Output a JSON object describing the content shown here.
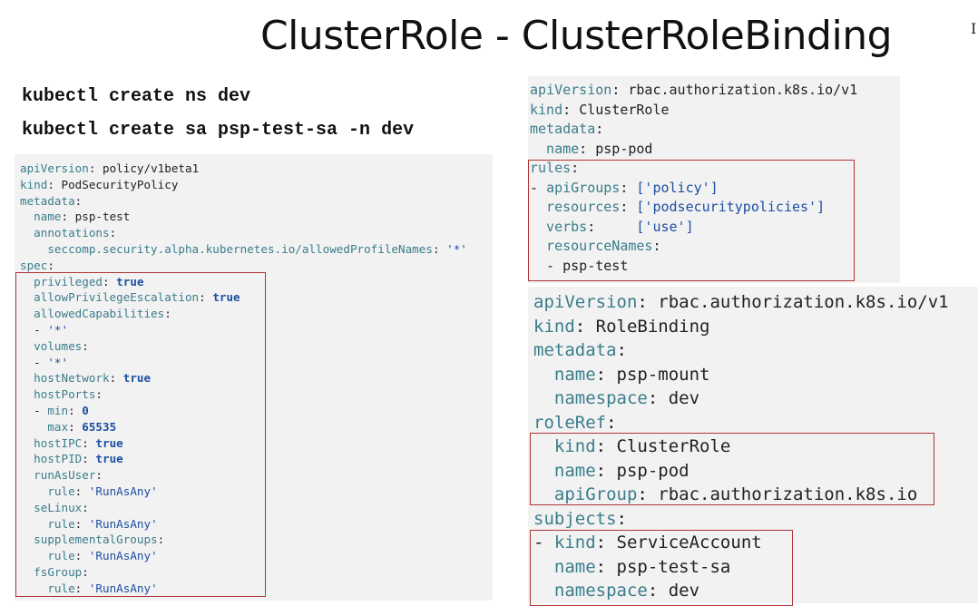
{
  "slide": {
    "title": "ClusterRole - ClusterRoleBinding",
    "edge_mark": "I"
  },
  "commands": [
    "kubectl create ns dev",
    "kubectl create sa psp-test-sa -n dev"
  ],
  "psp_yaml": {
    "lines": [
      {
        "indent": 0,
        "key": "apiVersion",
        "sep": ": ",
        "value": "policy/v1beta1",
        "type": "t"
      },
      {
        "indent": 0,
        "key": "kind",
        "sep": ": ",
        "value": "PodSecurityPolicy",
        "type": "t"
      },
      {
        "indent": 0,
        "key": "metadata",
        "sep": ":",
        "value": "",
        "type": "t"
      },
      {
        "indent": 1,
        "key": "name",
        "sep": ": ",
        "value": "psp-test",
        "type": "t"
      },
      {
        "indent": 1,
        "key": "annotations",
        "sep": ":",
        "value": "",
        "type": "t"
      },
      {
        "indent": 2,
        "key": "seccomp.security.alpha.kubernetes.io/allowedProfileNames",
        "sep": ": ",
        "value": "'*'",
        "type": "s"
      },
      {
        "indent": 0,
        "key": "spec",
        "sep": ":",
        "value": "",
        "type": "t"
      },
      {
        "indent": 1,
        "key": "privileged",
        "sep": ": ",
        "value": "true",
        "type": "b"
      },
      {
        "indent": 1,
        "key": "allowPrivilegeEscalation",
        "sep": ": ",
        "value": "true",
        "type": "b"
      },
      {
        "indent": 1,
        "key": "allowedCapabilities",
        "sep": ":",
        "value": "",
        "type": "t"
      },
      {
        "indent": 1,
        "prefix": "- ",
        "key": "",
        "sep": "",
        "value": "'*'",
        "type": "s"
      },
      {
        "indent": 1,
        "key": "volumes",
        "sep": ":",
        "value": "",
        "type": "t"
      },
      {
        "indent": 1,
        "prefix": "- ",
        "key": "",
        "sep": "",
        "value": "'*'",
        "type": "s"
      },
      {
        "indent": 1,
        "key": "hostNetwork",
        "sep": ": ",
        "value": "true",
        "type": "b"
      },
      {
        "indent": 1,
        "key": "hostPorts",
        "sep": ":",
        "value": "",
        "type": "t"
      },
      {
        "indent": 1,
        "prefix": "- ",
        "key": "min",
        "sep": ": ",
        "value": "0",
        "type": "n"
      },
      {
        "indent": 2,
        "key": "max",
        "sep": ": ",
        "value": "65535",
        "type": "n"
      },
      {
        "indent": 1,
        "key": "hostIPC",
        "sep": ": ",
        "value": "true",
        "type": "b"
      },
      {
        "indent": 1,
        "key": "hostPID",
        "sep": ": ",
        "value": "true",
        "type": "b"
      },
      {
        "indent": 1,
        "key": "runAsUser",
        "sep": ":",
        "value": "",
        "type": "t"
      },
      {
        "indent": 2,
        "key": "rule",
        "sep": ": ",
        "value": "'RunAsAny'",
        "type": "s"
      },
      {
        "indent": 1,
        "key": "seLinux",
        "sep": ":",
        "value": "",
        "type": "t"
      },
      {
        "indent": 2,
        "key": "rule",
        "sep": ": ",
        "value": "'RunAsAny'",
        "type": "s"
      },
      {
        "indent": 1,
        "key": "supplementalGroups",
        "sep": ":",
        "value": "",
        "type": "t"
      },
      {
        "indent": 2,
        "key": "rule",
        "sep": ": ",
        "value": "'RunAsAny'",
        "type": "s"
      },
      {
        "indent": 1,
        "key": "fsGroup",
        "sep": ":",
        "value": "",
        "type": "t"
      },
      {
        "indent": 2,
        "key": "rule",
        "sep": ": ",
        "value": "'RunAsAny'",
        "type": "s"
      }
    ]
  },
  "clusterrole_yaml": {
    "lines": [
      {
        "indent": 0,
        "key": "apiVersion",
        "sep": ": ",
        "value": "rbac.authorization.k8s.io/v1",
        "type": "t"
      },
      {
        "indent": 0,
        "key": "kind",
        "sep": ": ",
        "value": "ClusterRole",
        "type": "t"
      },
      {
        "indent": 0,
        "key": "metadata",
        "sep": ":",
        "value": "",
        "type": "t"
      },
      {
        "indent": 1,
        "key": "name",
        "sep": ": ",
        "value": "psp-pod",
        "type": "t"
      },
      {
        "indent": 0,
        "key": "rules",
        "sep": ":",
        "value": "",
        "type": "t"
      },
      {
        "indent": 0,
        "prefix": "- ",
        "key": "apiGroups",
        "sep": ": ",
        "value": "['policy']",
        "type": "s"
      },
      {
        "indent": 1,
        "key": "resources",
        "sep": ": ",
        "value": "['podsecuritypolicies']",
        "type": "s"
      },
      {
        "indent": 1,
        "key": "verbs",
        "sep": ":     ",
        "value": "['use']",
        "type": "s"
      },
      {
        "indent": 1,
        "key": "resourceNames",
        "sep": ":",
        "value": "",
        "type": "t"
      },
      {
        "indent": 1,
        "prefix": "- ",
        "key": "",
        "sep": "",
        "value": "psp-test",
        "type": "t"
      }
    ]
  },
  "rolebinding_yaml": {
    "lines": [
      {
        "indent": 0,
        "key": "apiVersion",
        "sep": ": ",
        "value": "rbac.authorization.k8s.io/v1",
        "type": "t"
      },
      {
        "indent": 0,
        "key": "kind",
        "sep": ": ",
        "value": "RoleBinding",
        "type": "t"
      },
      {
        "indent": 0,
        "key": "metadata",
        "sep": ":",
        "value": "",
        "type": "t"
      },
      {
        "indent": 1,
        "key": "name",
        "sep": ": ",
        "value": "psp-mount",
        "type": "t"
      },
      {
        "indent": 1,
        "key": "namespace",
        "sep": ": ",
        "value": "dev",
        "type": "t"
      },
      {
        "indent": 0,
        "key": "roleRef",
        "sep": ":",
        "value": "",
        "type": "t"
      },
      {
        "indent": 1,
        "key": "kind",
        "sep": ": ",
        "value": "ClusterRole",
        "type": "t"
      },
      {
        "indent": 1,
        "key": "name",
        "sep": ": ",
        "value": "psp-pod",
        "type": "t"
      },
      {
        "indent": 1,
        "key": "apiGroup",
        "sep": ": ",
        "value": "rbac.authorization.k8s.io",
        "type": "t"
      },
      {
        "indent": 0,
        "key": "subjects",
        "sep": ":",
        "value": "",
        "type": "t"
      },
      {
        "indent": 0,
        "prefix": "- ",
        "key": "kind",
        "sep": ": ",
        "value": "ServiceAccount",
        "type": "t"
      },
      {
        "indent": 1,
        "key": "name",
        "sep": ": ",
        "value": "psp-test-sa",
        "type": "t"
      },
      {
        "indent": 1,
        "key": "namespace",
        "sep": ": ",
        "value": "dev",
        "type": "t"
      }
    ]
  },
  "colors": {
    "key": "#3a7d8c",
    "string": "#1e4fa3",
    "highlight_border": "#b03434",
    "code_bg": "#f2f2f2"
  }
}
